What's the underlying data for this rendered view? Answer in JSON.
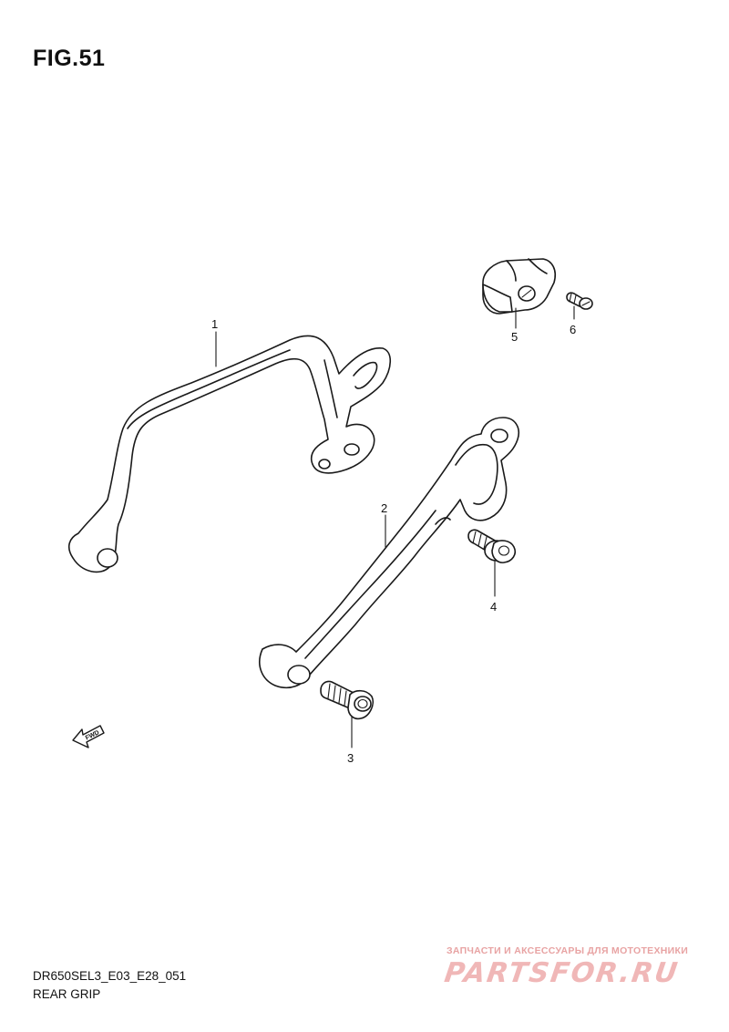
{
  "figure": {
    "title": "FIG.51",
    "model_code": "DR650SEL3_E03_E28_051",
    "section_name": "REAR GRIP"
  },
  "callouts": [
    {
      "id": "1",
      "label": "1"
    },
    {
      "id": "2",
      "label": "2"
    },
    {
      "id": "3",
      "label": "3"
    },
    {
      "id": "4",
      "label": "4"
    },
    {
      "id": "5",
      "label": "5"
    },
    {
      "id": "6",
      "label": "6"
    }
  ],
  "fwd_arrow": {
    "label": "FWD"
  },
  "watermark": {
    "tagline": "ЗАПЧАСТИ И АКСЕССУАРЫ ДЛЯ МОТОТЕХНИКИ",
    "logo": "PARTSFOR.RU",
    "color": "#f0b7b7"
  }
}
